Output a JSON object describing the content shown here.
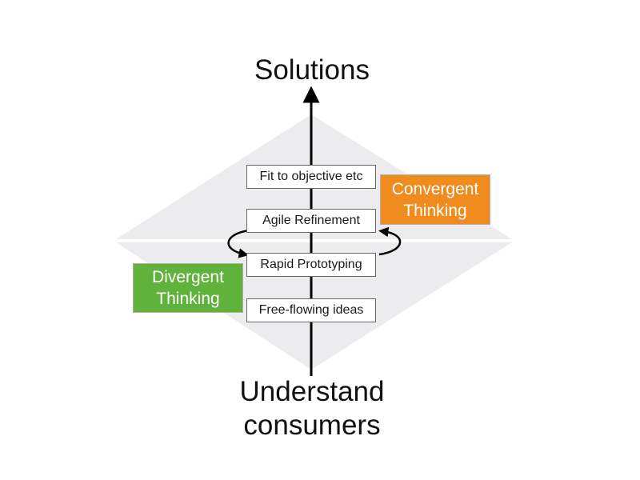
{
  "axis": {
    "top_label": "Solutions",
    "bottom_label_line1": "Understand",
    "bottom_label_line2": "consumers"
  },
  "steps": [
    {
      "label": "Fit to objective etc"
    },
    {
      "label": "Agile Refinement"
    },
    {
      "label": "Rapid Prototyping"
    },
    {
      "label": "Free-flowing ideas"
    }
  ],
  "convergent": {
    "line1": "Convergent",
    "line2": "Thinking",
    "color": "#f08c1e",
    "text_color": "#ffffff"
  },
  "divergent": {
    "line1": "Divergent",
    "line2": "Thinking",
    "color": "#5fb33b",
    "text_color": "#ffffff"
  },
  "colors": {
    "diamond_fill": "#ececee",
    "axis_line": "#000000",
    "box_border": "#666666"
  }
}
